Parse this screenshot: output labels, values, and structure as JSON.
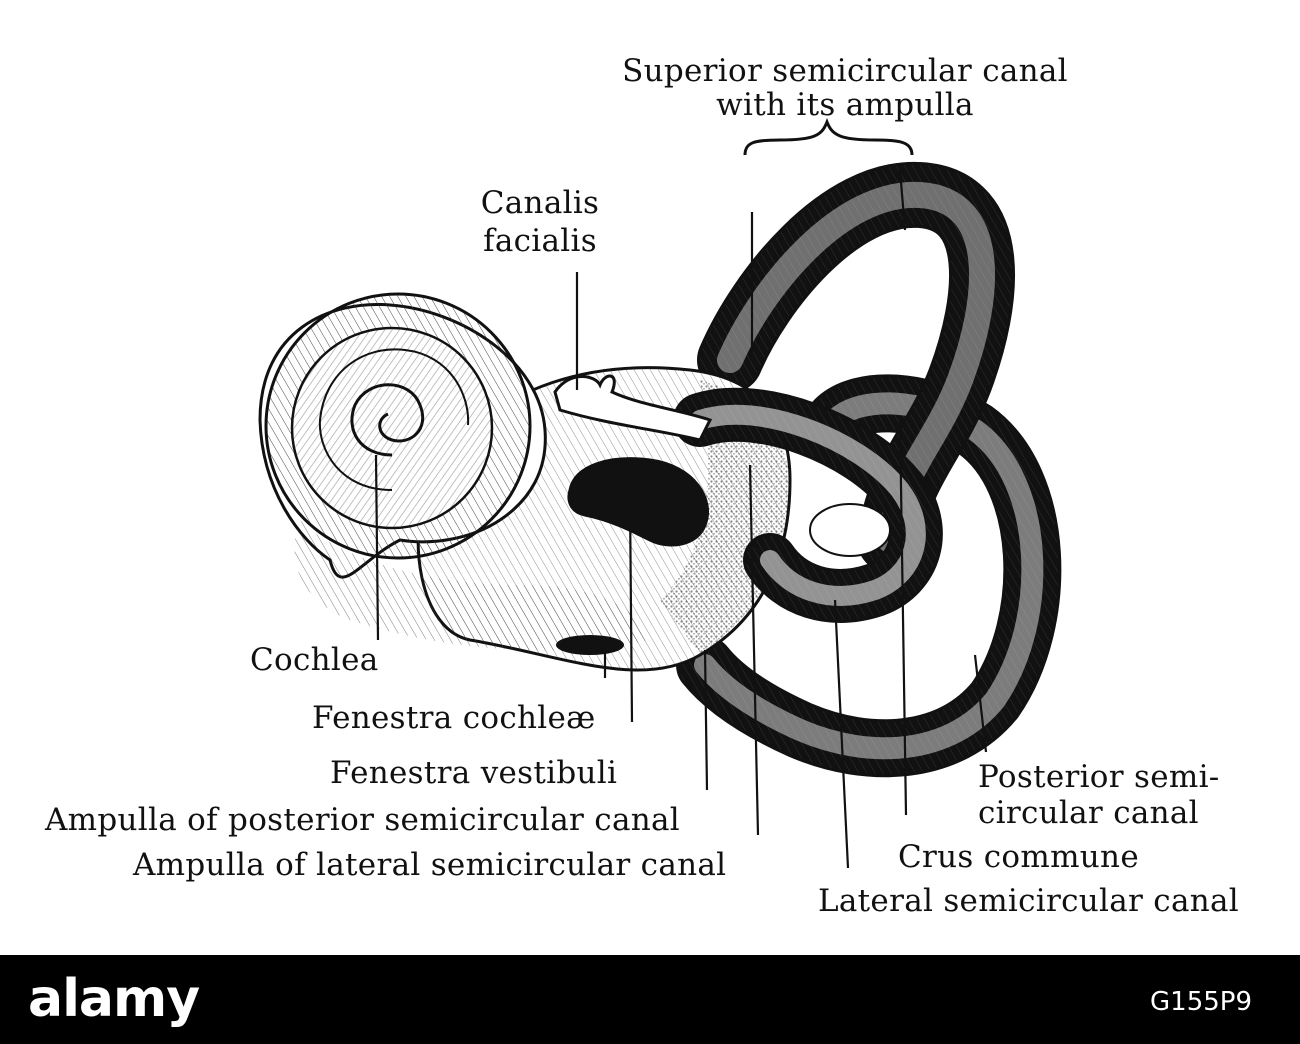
{
  "labels": {
    "superior_line1": "Superior semicircular canal",
    "superior_line2": "with its ampulla",
    "canalis_line1": "Canalis",
    "canalis_line2": "facialis",
    "cochlea": "Cochlea",
    "fenestra_cochleae": "Fenestra cochleæ",
    "fenestra_vestibuli": "Fenestra vestibuli",
    "ampulla_posterior": "Ampulla of posterior semicircular canal",
    "ampulla_lateral": "Ampulla of lateral semicircular canal",
    "posterior_line1": "Posterior semi-",
    "posterior_line2": "circular canal",
    "crus_commune": "Crus commune",
    "lateral_canal": "Lateral semicircular canal"
  },
  "footer": {
    "logo_text": "alamy",
    "image_id": "G155P9"
  },
  "colors": {
    "background": "#ffffff",
    "ink": "#111111",
    "footer_bg": "#000000",
    "footer_text": "#ffffff"
  }
}
